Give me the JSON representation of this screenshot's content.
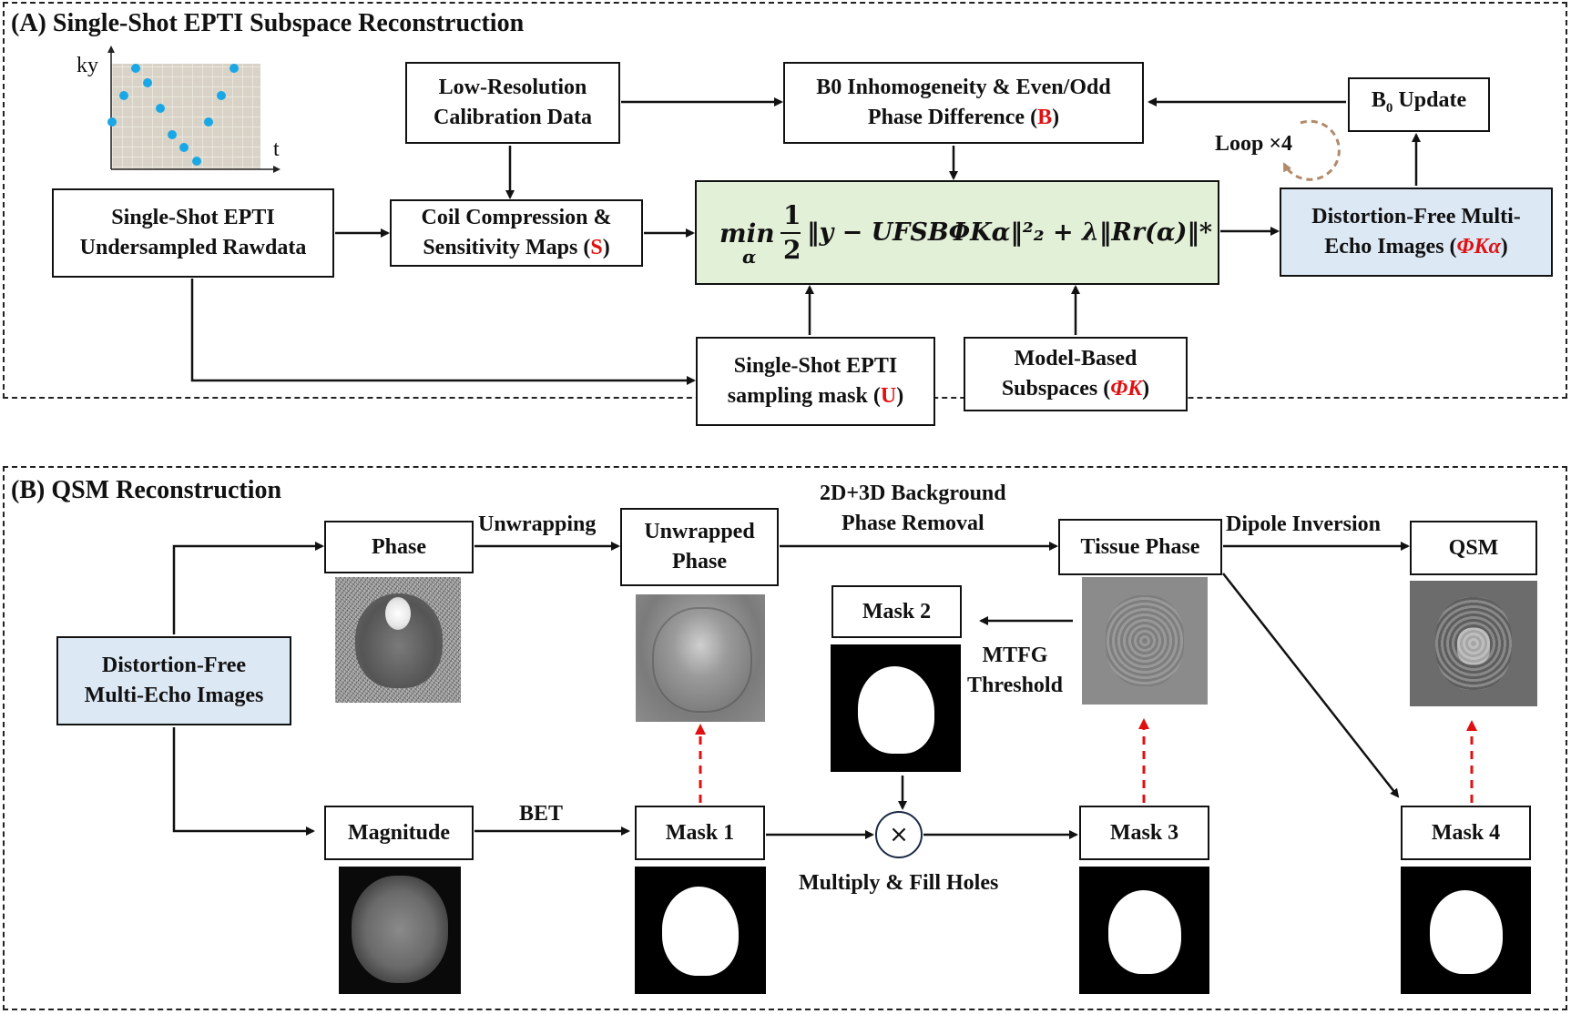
{
  "panel_a": {
    "title": "(A) Single-Shot EPTI Subspace Reconstruction",
    "plot": {
      "y_label": "ky",
      "x_label": "t"
    },
    "boxes": {
      "low_res_line1": "Low-Resolution",
      "low_res_line2": "Calibration Data",
      "b0_line1": "B0 Inhomogeneity & Even/Odd",
      "b0_line2_pre": "Phase Difference (",
      "b0_symbol": "B",
      "b0_line2_post": ")",
      "b0_update_pre": "B",
      "b0_update_sub": "0",
      "b0_update_post": " Update",
      "rawdata_line1": "Single-Shot EPTI",
      "rawdata_line2": "Undersampled Rawdata",
      "coil_line1": "Coil Compression &",
      "coil_line2_pre": "Sensitivity Maps (",
      "coil_symbol": "S",
      "coil_line2_post": ")",
      "df_line1": "Distortion-Free Multi-",
      "df_line2_pre": "Echo Images (",
      "df_symbol": "ΦKα",
      "df_line2_post": ")",
      "mask_line1": "Single-Shot EPTI",
      "mask_line2_pre": "sampling mask (",
      "mask_symbol": "U",
      "mask_line2_post": ")",
      "subspace_line1": "Model-Based",
      "subspace_line2_pre": "Subspaces (",
      "subspace_symbol": "ΦK",
      "subspace_line2_post": ")"
    },
    "loop_label": "Loop ×4",
    "equation": {
      "min": "min",
      "min_sub": "α",
      "frac_num": "1",
      "frac_den": "2",
      "body": "‖y − UFSBΦKα‖²₂ + λ‖Rr(α)‖*"
    }
  },
  "panel_b": {
    "title": "(B) QSM Reconstruction",
    "boxes": {
      "phase": "Phase",
      "unwrapped_line1": "Unwrapped",
      "unwrapped_line2": "Phase",
      "tissue_phase": "Tissue Phase",
      "qsm": "QSM",
      "df_line1": "Distortion-Free",
      "df_line2": "Multi-Echo Images",
      "magnitude": "Magnitude",
      "mask1": "Mask 1",
      "mask2": "Mask 2",
      "mask3": "Mask 3",
      "mask4": "Mask 4"
    },
    "labels": {
      "unwrapping": "Unwrapping",
      "bg_line1": "2D+3D Background",
      "bg_line2": "Phase Removal",
      "dipole": "Dipole Inversion",
      "mtfg_line1": "MTFG",
      "mtfg_line2": "Threshold",
      "bet": "BET",
      "multiply": "Multiply & Fill Holes",
      "times": "×"
    }
  },
  "colors": {
    "highlight_red": "#e01010",
    "box_blue": "#dde8f5",
    "box_green": "#e3f0d8",
    "sample_dot": "#1aa7e6",
    "loop_arrow": "#b08a6a"
  }
}
